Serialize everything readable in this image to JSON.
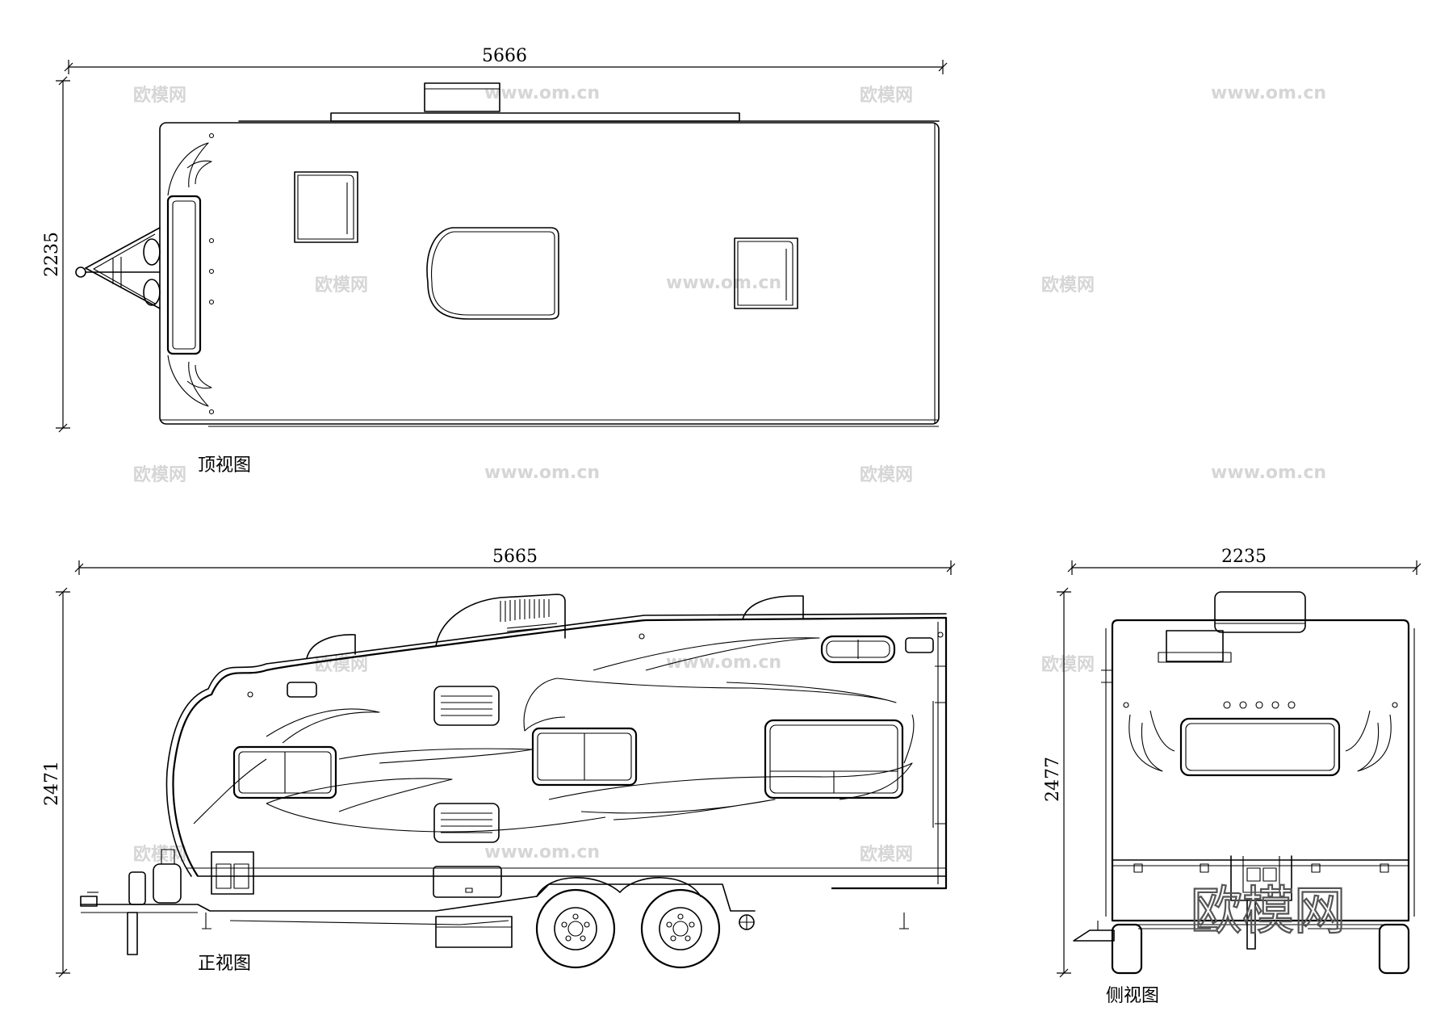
{
  "dimensions": {
    "top_length": "5666",
    "top_width": "2235",
    "front_length": "5665",
    "front_height": "2471",
    "side_width": "2235",
    "side_height": "2477"
  },
  "captions": {
    "top_view": "顶视图",
    "front_view": "正视图",
    "side_view": "侧视图"
  },
  "watermarks": {
    "brand": "欧模网",
    "site": "www.om.cn"
  }
}
